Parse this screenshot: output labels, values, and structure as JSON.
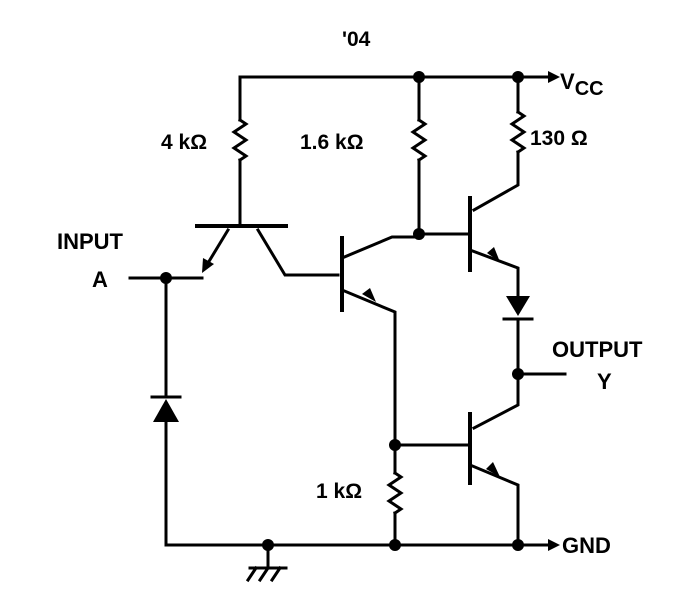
{
  "diagram": {
    "title": "'04",
    "labels": {
      "vcc_main": "V",
      "vcc_sub": "CC",
      "r1": "4 kΩ",
      "r2": "1.6 kΩ",
      "r3": "130 Ω",
      "r4": "1 kΩ",
      "input_line1": "INPUT",
      "input_line2": "A",
      "output_line1": "OUTPUT",
      "output_line2": "Y",
      "gnd": "GND"
    },
    "icons": [
      "resistor-icon",
      "npn-transistor-icon",
      "diode-icon",
      "ground-icon"
    ]
  }
}
